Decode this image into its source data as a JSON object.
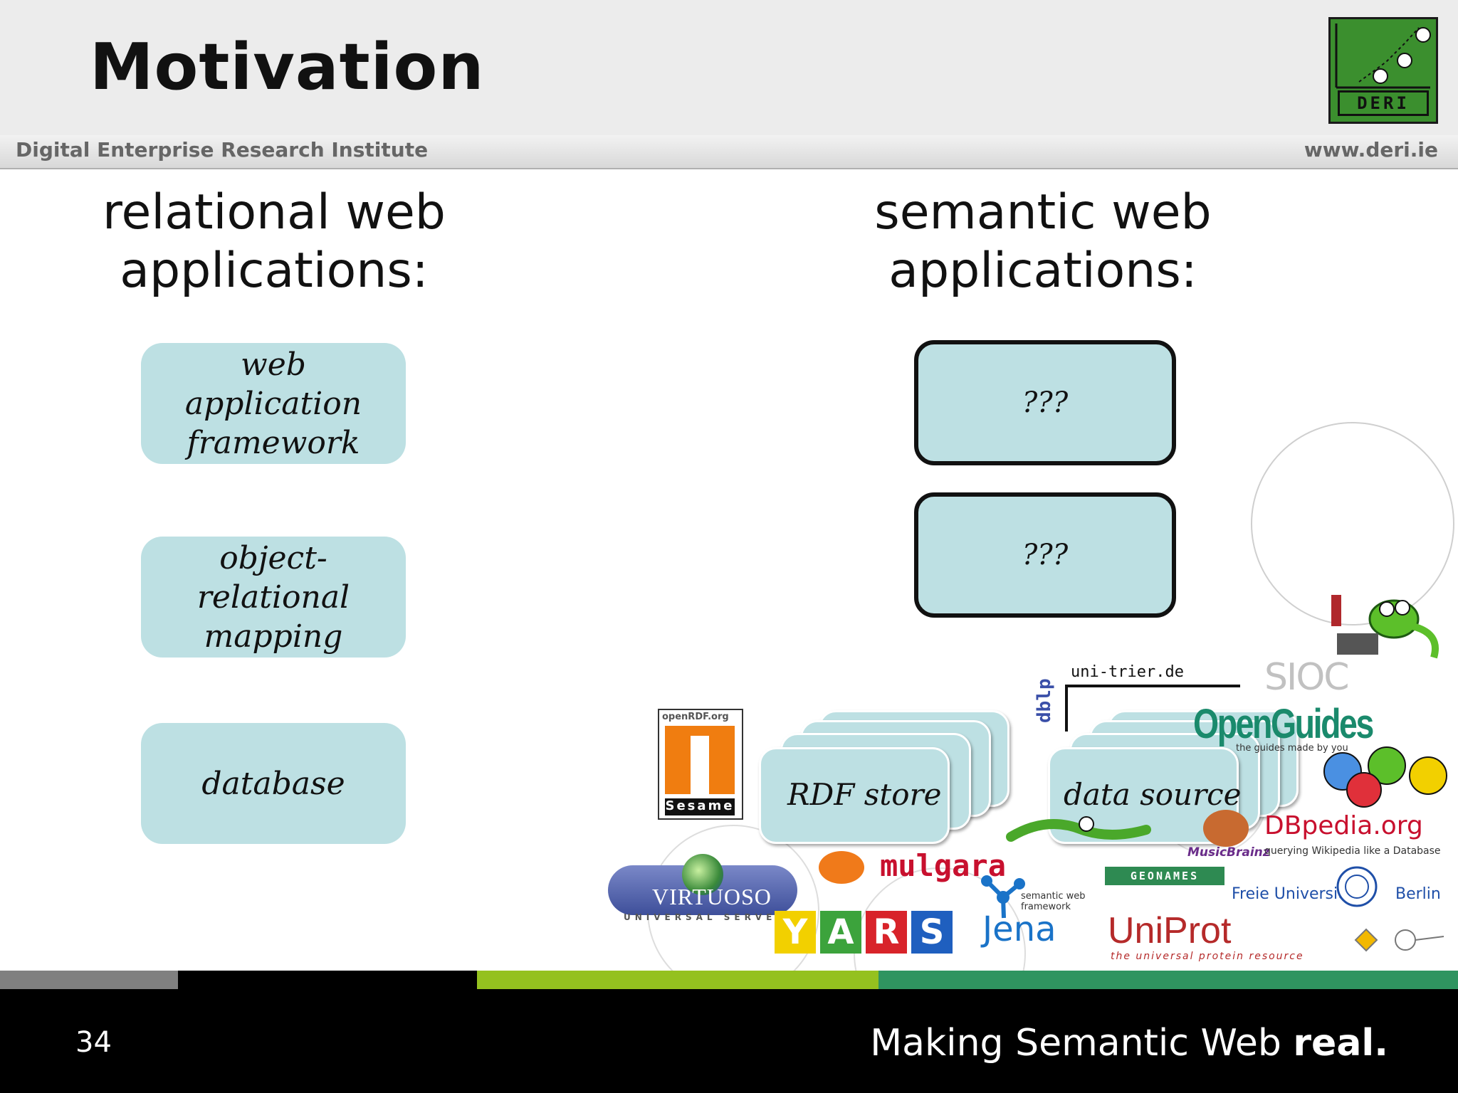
{
  "slide": {
    "title": "Motivation",
    "institute": "Digital Enterprise Research Institute",
    "website": "www.deri.ie",
    "logo_text": "DERI",
    "page_number": "34",
    "tagline_regular": "Making Semantic Web ",
    "tagline_bold": "real."
  },
  "left_column": {
    "heading": "relational web\napplications:",
    "boxes": [
      {
        "label": "web\napplication\nframework"
      },
      {
        "label": "object-\nrelational\nmapping"
      },
      {
        "label": "database"
      }
    ]
  },
  "right_column": {
    "heading": "semantic web\napplications:",
    "boxes": [
      {
        "label": "???"
      },
      {
        "label": "???"
      }
    ],
    "stacks": [
      {
        "label": "RDF store"
      },
      {
        "label": "data source"
      }
    ]
  },
  "logos": {
    "openrdf": "openRDF.org",
    "sesame": "Sesame",
    "virtuoso": "VIRTUOSO",
    "virtuoso_sub": "UNIVERSAL SERVER",
    "mulgara": "mulgara",
    "yars": [
      "Y",
      "A",
      "R",
      "S"
    ],
    "jena": "Jena",
    "jena_sub": "semantic web framework",
    "dblp": "dblp",
    "uni_trier": "uni-trier.de",
    "openguides": "OpenGuides",
    "openguides_sub": "the guides made by you",
    "sioc": "SIOC",
    "musicbrainz": "MusicBrainz",
    "dbpedia": "DBpedia.org",
    "dbpedia_sub": "querying Wikipedia like a Database",
    "geonames": "GEONAMES",
    "freie_uni": "Freie Universität",
    "berlin": "Berlin",
    "uniprot": "UniProt",
    "uniprot_sub": "the universal protein resource"
  },
  "colors": {
    "box_fill": "#bde0e3",
    "header_bg": "#ececec",
    "footer_bg": "#000000",
    "stripe_gray": "#808080",
    "stripe_black": "#000000",
    "stripe_lime": "#94c11f",
    "stripe_green": "#2f9460"
  }
}
